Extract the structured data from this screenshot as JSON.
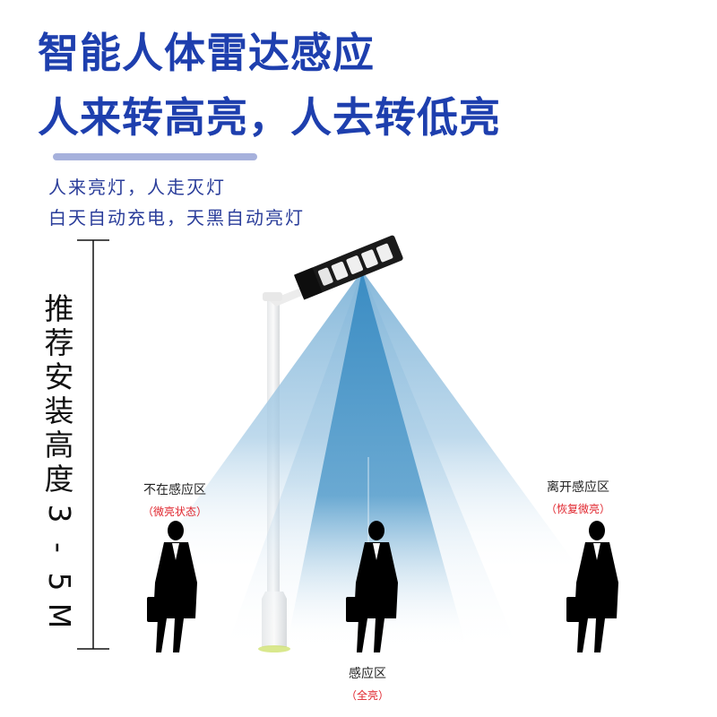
{
  "headline": {
    "line1": "智能人体雷达感应",
    "line2": "人来转高亮，人去转低亮"
  },
  "subtitle": {
    "line1": "人来亮灯，人走灭灯",
    "line2": "白天自动充电，天黑自动亮灯"
  },
  "install_height": {
    "chars": [
      "推",
      "荐",
      "安",
      "装",
      "高",
      "度",
      "3",
      "-",
      "5",
      "M"
    ],
    "text": "推荐安装高度3-5M"
  },
  "zones": {
    "left": {
      "name": "不在感应区",
      "state": "（微亮状态）"
    },
    "center": {
      "name": "感应区",
      "state": "（全亮）"
    },
    "right": {
      "name": "离开感应区",
      "state": "（恢复微亮）"
    }
  },
  "colors": {
    "title_blue": "#1e3fae",
    "subtitle_blue": "#2a3d9a",
    "divider": "#a6b1dc",
    "beam_core": "#3d8ec4",
    "beam_outer": "#8cbcdc",
    "state_red": "#e0242c"
  }
}
